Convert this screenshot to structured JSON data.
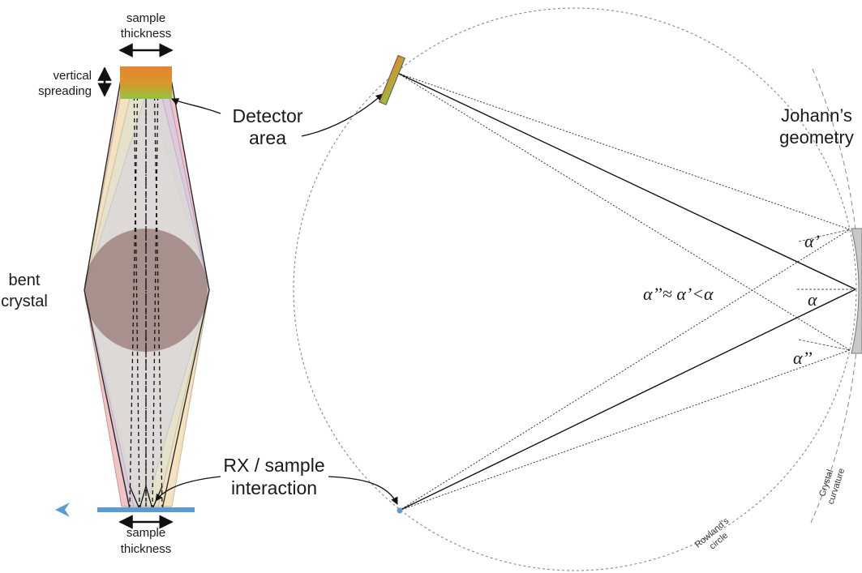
{
  "labels": {
    "sample_thickness_top_1": "sample",
    "sample_thickness_top_2": "thickness",
    "vertical_spreading_1": "vertical",
    "vertical_spreading_2": "spreading",
    "detector_area_1": "Detector",
    "detector_area_2": "area",
    "bent_crystal_1": "bent",
    "bent_crystal_2": "crystal",
    "rx_1": "RX / sample",
    "rx_2": "interaction",
    "sample_thickness_bottom_1": "sample",
    "sample_thickness_bottom_2": "thickness",
    "johann_1": "Johann’s",
    "johann_2": "geometry",
    "alpha_prime": "α’",
    "alpha": "α",
    "alpha_double": "α’’",
    "alpha_relation": "α’’≈ α’<α",
    "rowland_1": "Rowland’s",
    "rowland_2": "circle",
    "crystal_curvature_1": "Crystal",
    "crystal_curvature_2": "curvature"
  },
  "colors": {
    "sample_bar": "#5b9bd5",
    "beam_marker": "#5b9bd5",
    "crystal_disc": "#8c6a64",
    "cone_red": "#e9a9a9",
    "cone_yellow": "#f1e3a8",
    "cone_violet": "#c8b4dd",
    "cone_grey": "#c9d2c4",
    "detector_top": "#e8832b",
    "detector_bottom": "#8fc441",
    "crystal_plate": "#c8c8c8"
  }
}
